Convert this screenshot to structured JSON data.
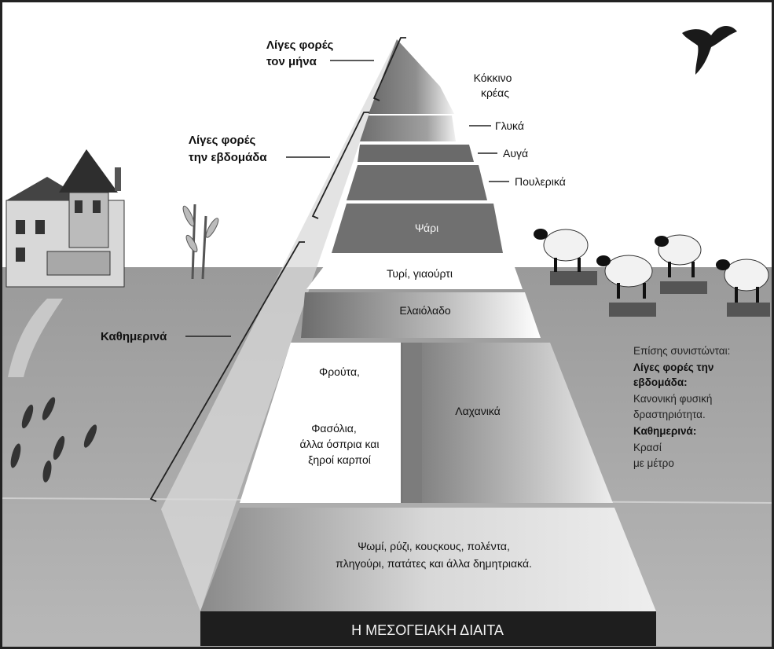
{
  "pyramid": {
    "title": "Η ΜΕΣΟΓΕΙΑΚΗ ΔΙΑΙΤΑ",
    "tiers": {
      "red_meat": [
        "Κόκκινο",
        "κρέας"
      ],
      "sweets": "Γλυκά",
      "eggs": "Αυγά",
      "poultry": "Πουλερικά",
      "fish": "Ψάρι",
      "cheese_yogurt": "Τυρί, γιαούρτι",
      "olive_oil": "Ελαιόλαδο",
      "fruits": "Φρούτα,",
      "legumes": [
        "Φασόλια,",
        "άλλα όσπρια και",
        "ξηροί καρποί"
      ],
      "vegetables": "Λαχανικά",
      "grains": [
        "Ψωμί, ρύζι, κουςκους, πολέντα,",
        "πληγούρι, πατάτες και άλλα δημητριακά."
      ]
    }
  },
  "frequency": {
    "monthly": [
      "Λίγες φορές",
      "τον μήνα"
    ],
    "weekly": [
      "Λίγες φορές",
      "την εβδομάδα"
    ],
    "daily": "Καθημερινά"
  },
  "side_note": {
    "intro": "Επίσης συνιστώνται:",
    "weekly_heading": [
      "Λίγες φορές την",
      "εβδομάδα:"
    ],
    "weekly_text": [
      "Κανονική φυσική",
      "δραστηριότητα."
    ],
    "daily_heading": "Καθημερινά:",
    "daily_text": [
      "Κρασί",
      "με μέτρο"
    ]
  }
}
